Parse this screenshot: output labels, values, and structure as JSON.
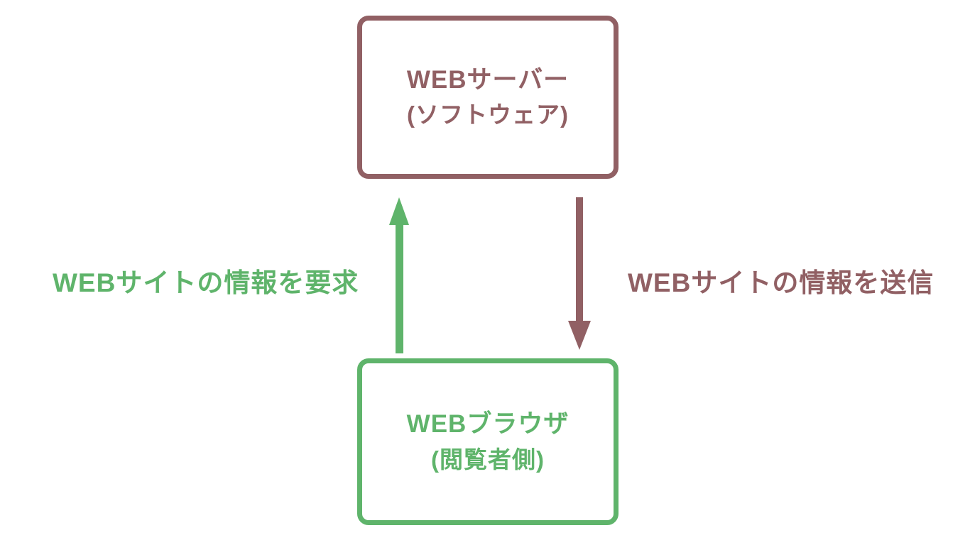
{
  "diagram": {
    "title": "Web server and web browser communication diagram",
    "nodes": [
      {
        "id": "server",
        "title": "WEBサーバー",
        "subtitle": "(ソフトウェア)",
        "color": "#916064"
      },
      {
        "id": "browser",
        "title": "WEBブラウザ",
        "subtitle": "(閲覧者側)",
        "color": "#5fb46b"
      }
    ],
    "edges": [
      {
        "from": "browser",
        "to": "server",
        "direction": "up",
        "label": "WEBサイトの情報を要求",
        "color": "#5fb46b"
      },
      {
        "from": "server",
        "to": "browser",
        "direction": "down",
        "label": "WEBサイトの情報を送信",
        "color": "#916064"
      }
    ]
  },
  "colors": {
    "maroon": "#916064",
    "green": "#5fb46b",
    "background": "#ffffff"
  }
}
